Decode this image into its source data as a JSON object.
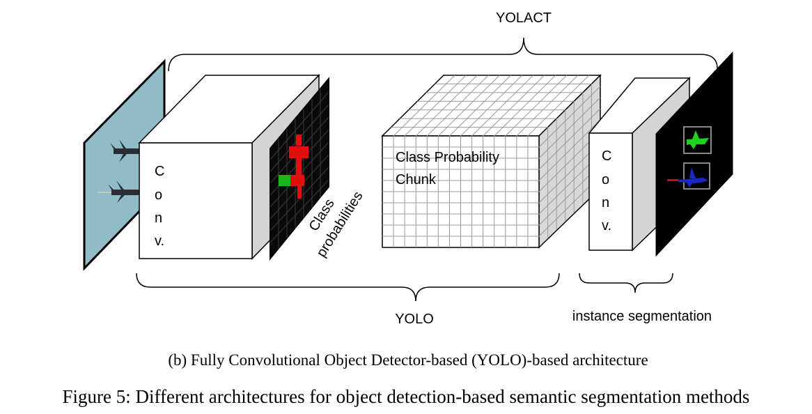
{
  "labels": {
    "yolact": "YOLACT",
    "yolo": "YOLO",
    "instance_segmentation": "instance segmentation",
    "class_probabilities_line1": "Class",
    "class_probabilities_line2": "probabilities",
    "chunk_line1": "Class Probability",
    "chunk_line2": "Chunk"
  },
  "conv_letters_1": [
    "C",
    "o",
    "n",
    "v."
  ],
  "conv_letters_2": [
    "C",
    "o",
    "n",
    "v."
  ],
  "captions": {
    "subcaption": "(b) Fully Convolutional Object Detector-based (YOLO)-based architecture",
    "figure": "Figure 5: Different architectures for object detection-based semantic segmentation methods"
  },
  "colors": {
    "input_panel": "#8fbcc6",
    "class_prob_red": "#e01010",
    "class_prob_green": "#18b818",
    "mask_green": "#1fd11f",
    "mask_blue": "#1a28c8",
    "side_face": "#d4d4d4",
    "grid_line": "#9a9a9a"
  }
}
